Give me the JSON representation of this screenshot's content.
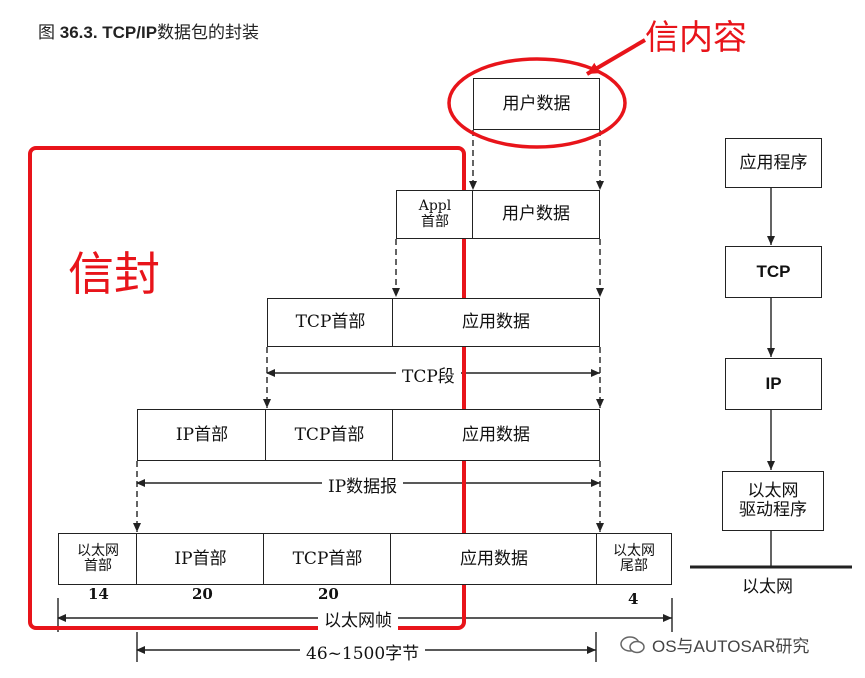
{
  "caption": {
    "prefix": "图 ",
    "number": "36.3. TCP/IP",
    "rest": "数据包的封装"
  },
  "annotations": {
    "content_label": "信内容",
    "envelope_label": "信封"
  },
  "layers": {
    "row1": {
      "user_data": "用户数据"
    },
    "row2": {
      "appl_header": "Appl\n首部",
      "user_data": "用户数据"
    },
    "row3": {
      "tcp_header": "TCP首部",
      "app_data": "应用数据",
      "span_label": "TCP段"
    },
    "row4": {
      "ip_header": "IP首部",
      "tcp_header": "TCP首部",
      "app_data": "应用数据",
      "span_label": "IP数据报"
    },
    "row5": {
      "eth_header": "以太网\n首部",
      "ip_header": "IP首部",
      "tcp_header": "TCP首部",
      "app_data": "应用数据",
      "eth_trailer": "以太网\n尾部",
      "size_eth_header": "14",
      "size_ip": "20",
      "size_tcp": "20",
      "size_trailer": "4",
      "frame_label": "以太网帧",
      "payload_label": "46~1500字节"
    }
  },
  "stack": {
    "app": "应用程序",
    "tcp": "TCP",
    "ip": "IP",
    "driver": "以太网\n驱动程序",
    "network": "以太网"
  },
  "watermark": "OS与AUTOSAR研究",
  "colors": {
    "annotation": "#e8141a",
    "line": "#222222"
  }
}
